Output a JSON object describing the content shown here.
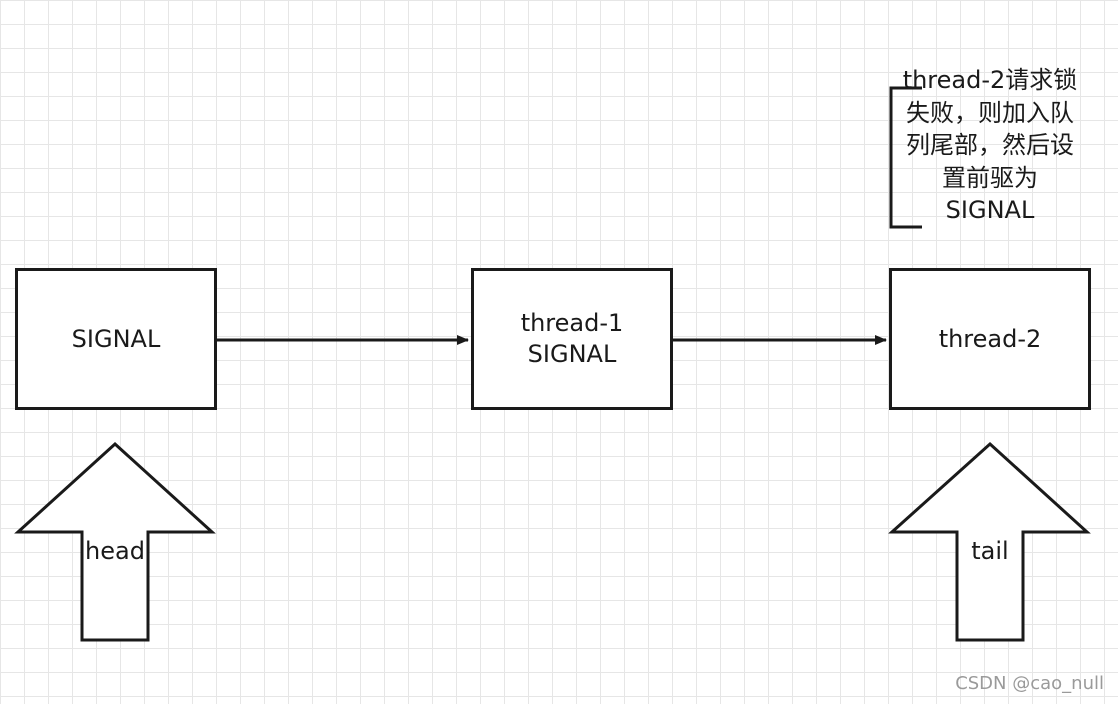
{
  "nodes": {
    "head_node": {
      "line1": "SIGNAL"
    },
    "thread1_node": {
      "line1": "thread-1",
      "line2": "SIGNAL"
    },
    "thread2_node": {
      "line1": "thread-2"
    }
  },
  "pointers": {
    "head": "head",
    "tail": "tail"
  },
  "annotation": "thread-2请求锁失败，则加入队列尾部，然后设置前驱为SIGNAL",
  "watermark": "CSDN @cao_null",
  "colors": {
    "stroke": "#1a1a1a",
    "grid": "#e6e6e6",
    "background": "#ffffff"
  }
}
